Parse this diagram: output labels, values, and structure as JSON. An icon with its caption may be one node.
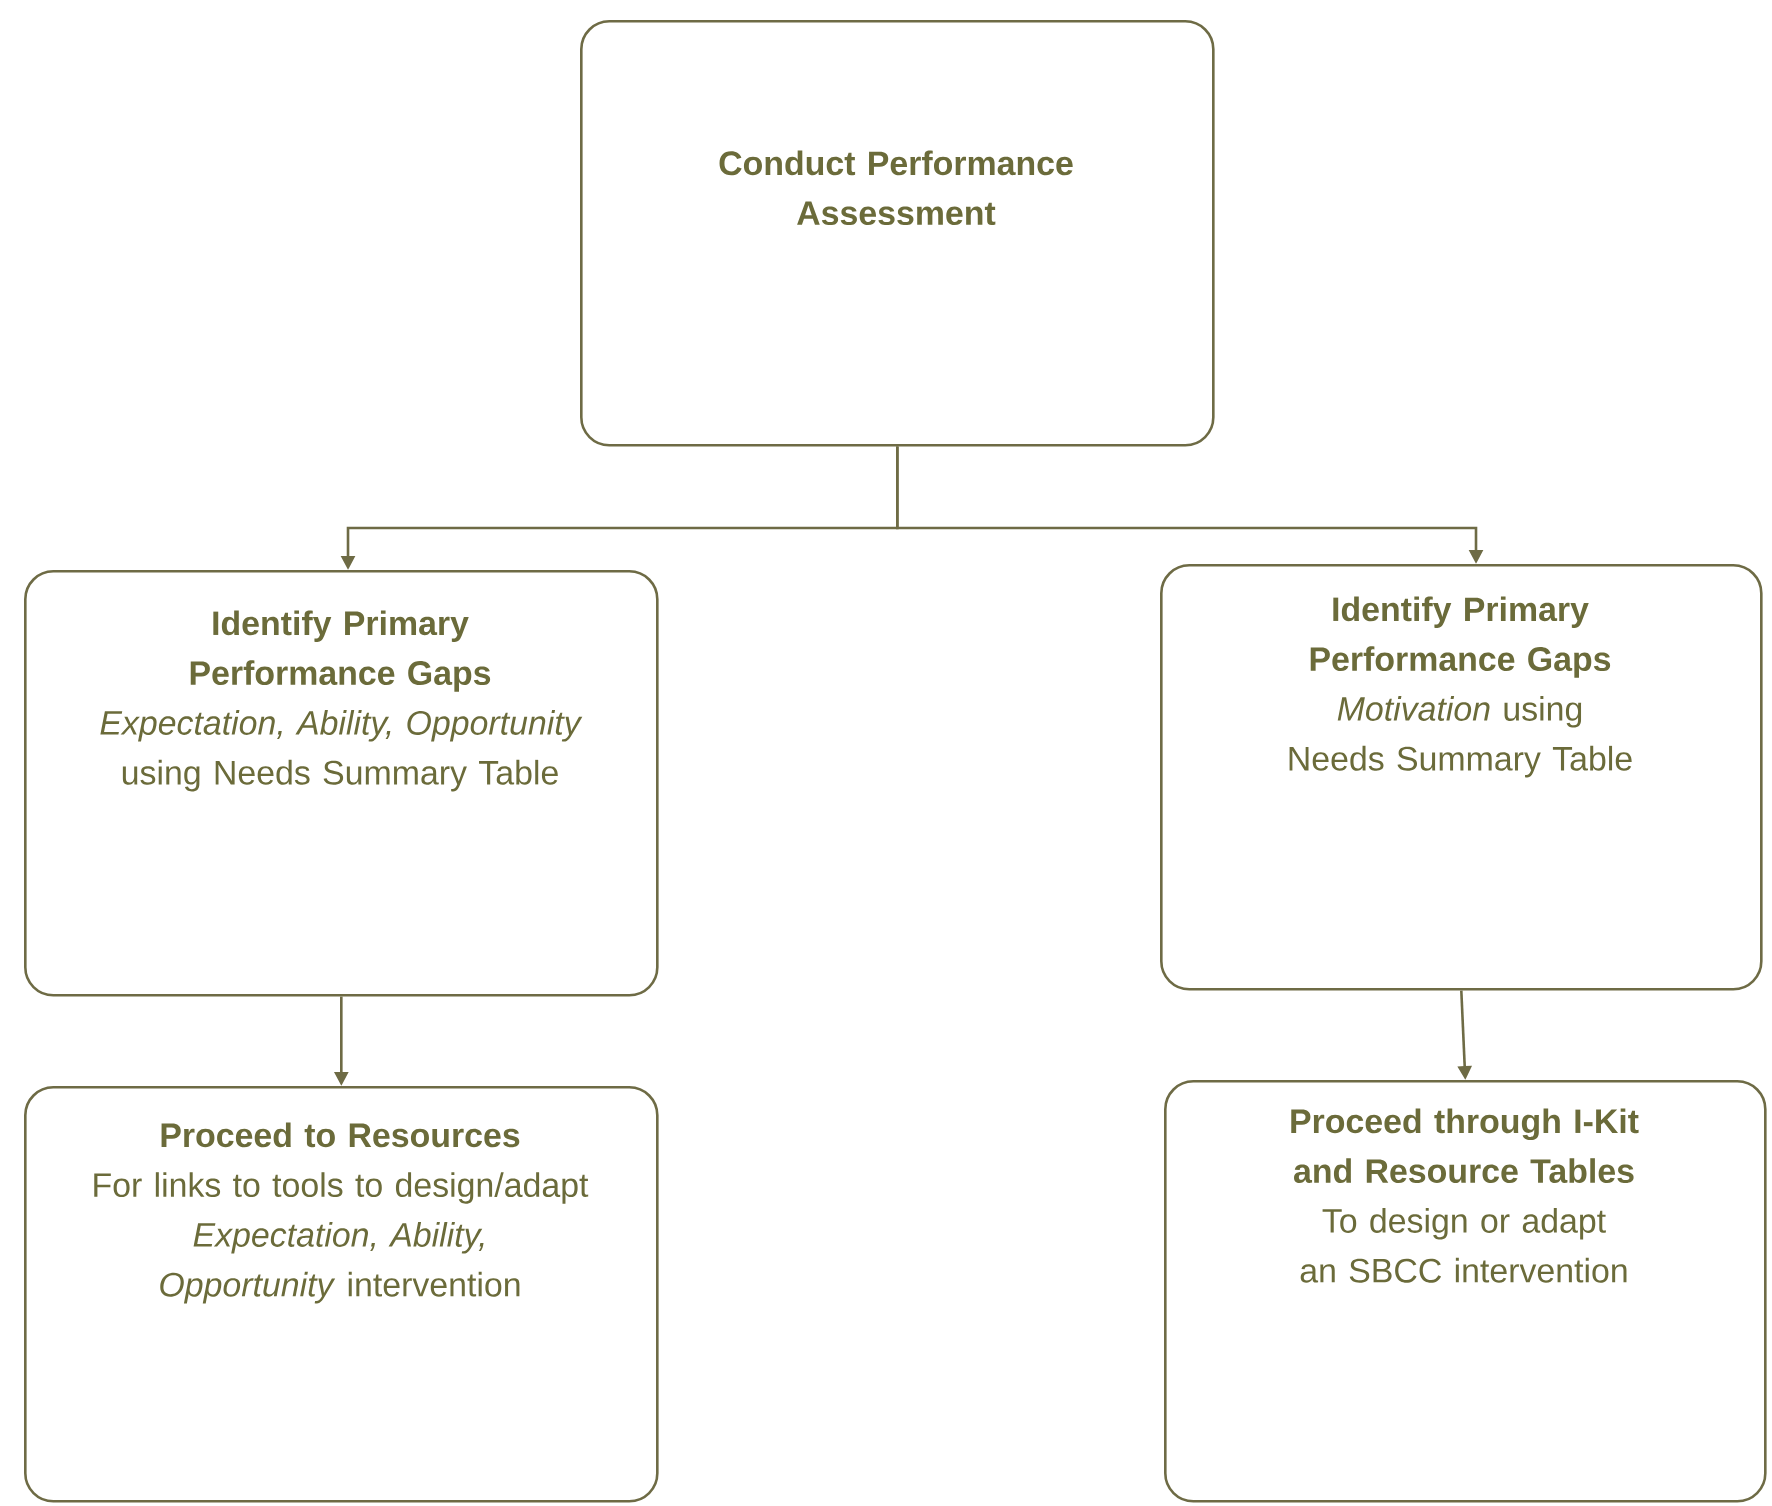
{
  "diagram": {
    "nodes": [
      {
        "text": [
          "Conduct Performance Assessment"
        ]
      },
      {
        "text": [
          "Identify Primary Performance Gaps",
          "*Expectation, Ability, Opportunity* using Needs Summary Table"
        ]
      },
      {
        "text": [
          "Identify Primary Performance Gaps",
          "*Motivation* using Needs Summary Table"
        ]
      },
      {
        "text": [
          "Proceed to Resources",
          "For links to tools to design/adapt *Expectation, Ability, Opportunity* intervention"
        ]
      },
      {
        "text": [
          "Proceed through I-Kit and Resource Tables",
          "To design or adapt an SBCC intervention"
        ]
      }
    ],
    "edges": [
      {
        "from": 0,
        "to": 1,
        "arrow": "to"
      },
      {
        "from": 0,
        "to": 2,
        "arrow": "to"
      },
      {
        "from": 1,
        "to": 3,
        "arrow": "to"
      },
      {
        "from": 2,
        "to": 4,
        "arrow": "to"
      }
    ]
  }
}
